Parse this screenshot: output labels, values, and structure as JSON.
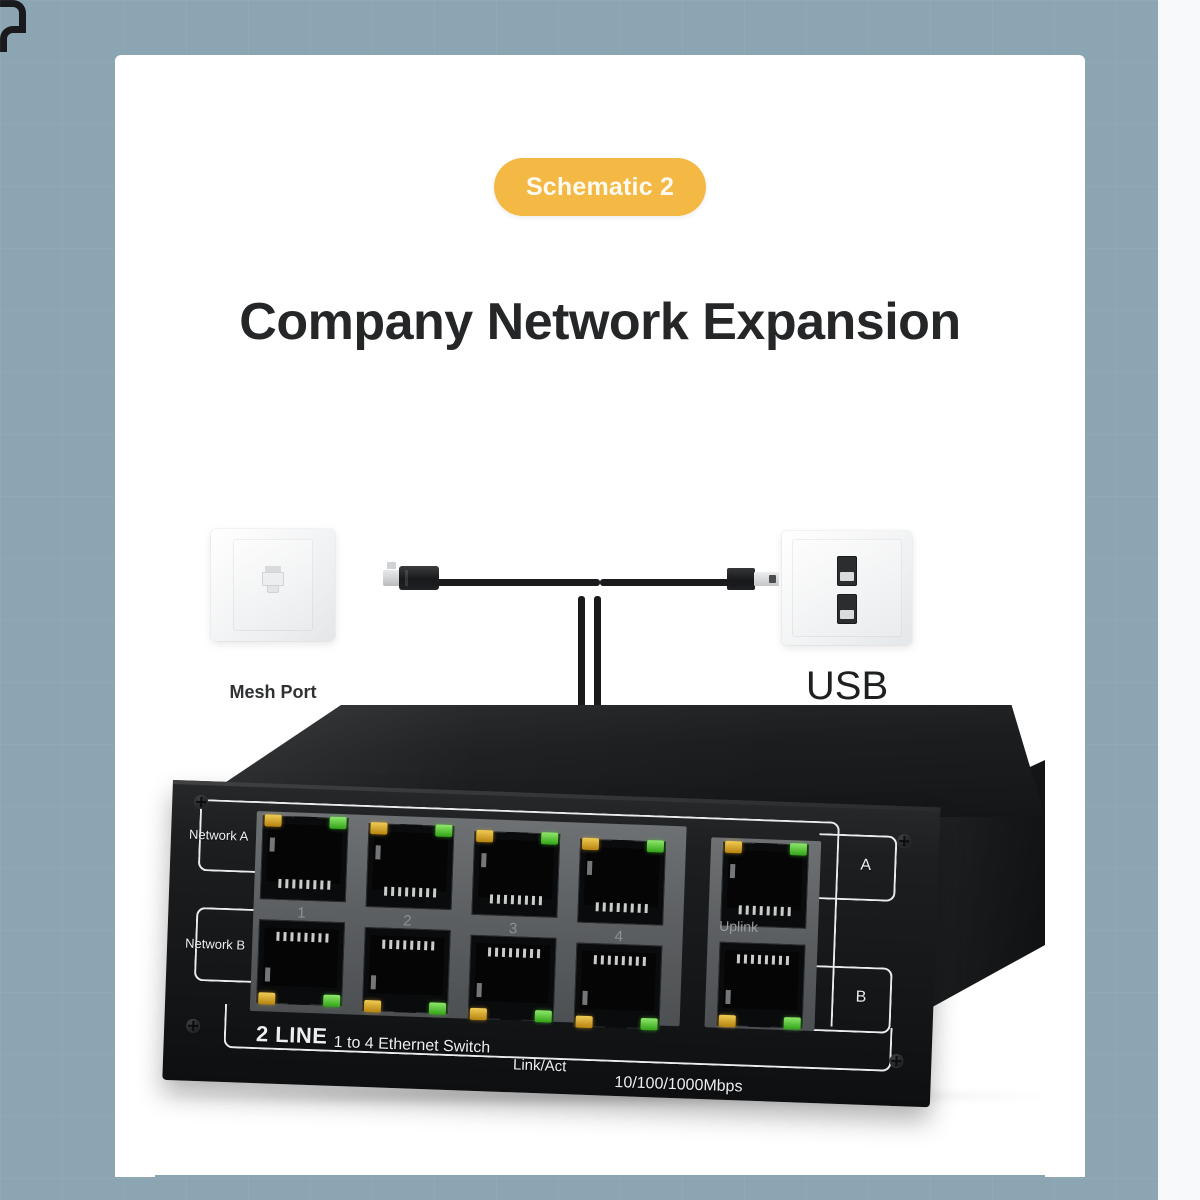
{
  "page": {
    "background_color": "#8ca5b2",
    "card_color": "#ffffff"
  },
  "badge": {
    "label": "Schematic 2",
    "background_color": "#f3b944",
    "text_color": "#fffaf0"
  },
  "heading": {
    "title": "Company Network Expansion",
    "color": "#242628"
  },
  "diagram": {
    "mesh_outlet": {
      "caption": "Mesh Port",
      "icon": "rj45-wall-plate"
    },
    "usb_outlet": {
      "caption": "USB",
      "icon": "usb-wall-plate"
    },
    "cables": [
      {
        "name": "ethernet-cable",
        "plug": "rj45-plug",
        "color": "#1a1a1c"
      },
      {
        "name": "usb-cable",
        "plug": "usb-plug",
        "color": "#1a1a1c"
      }
    ]
  },
  "device": {
    "name": "1 to 4 Ethernet Switch",
    "body_color": "#1b1d1f",
    "faceplate_color": "#5c5f62",
    "labels": {
      "network_a": "Network A",
      "network_b": "Network B",
      "uplink": "Uplink",
      "uplink_a": "A",
      "uplink_b": "B",
      "line_count": "2 LINE",
      "model": "1 to 4 Ethernet Switch",
      "link_act": "Link/Act",
      "speed": "10/100/1000Mbps"
    },
    "port_numbers": [
      "1",
      "2",
      "3",
      "4"
    ],
    "led_colors": {
      "amber": "#c8941e",
      "green": "#4fbf2a"
    },
    "port_rows": [
      {
        "row": "Network A",
        "ports": [
          "1",
          "2",
          "3",
          "4"
        ]
      },
      {
        "row": "Network B",
        "ports": [
          "1",
          "2",
          "3",
          "4"
        ]
      }
    ],
    "uplink_ports": [
      "A",
      "B"
    ]
  }
}
